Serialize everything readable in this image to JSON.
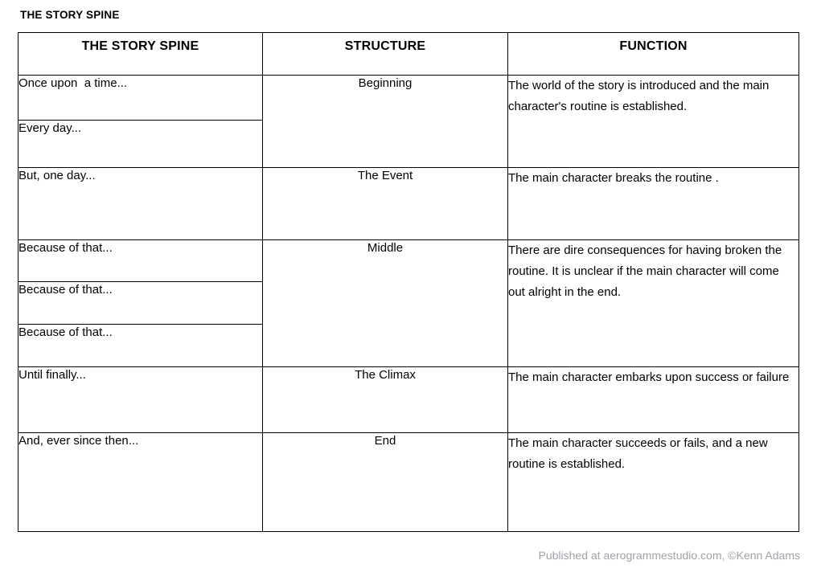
{
  "page": {
    "title": "THE STORY SPINE"
  },
  "table": {
    "headers": {
      "spine": "THE STORY SPINE",
      "structure": "STRUCTURE",
      "function": "FUNCTION"
    },
    "groups": [
      {
        "structure": "Beginning",
        "function": "The world of the story is introduced and the main character's routine is established.",
        "spine_lines": [
          "Once upon  a time...",
          "Every day..."
        ]
      },
      {
        "structure": "The Event",
        "function": "The main character breaks the routine .",
        "spine_lines": [
          "But, one day..."
        ]
      },
      {
        "structure": "Middle",
        "function": "There are dire consequences for having broken the routine. It is unclear if the main character will come out alright in the end.",
        "spine_lines": [
          "Because of that...",
          "Because of that...",
          "Because of that..."
        ]
      },
      {
        "structure": "The Climax",
        "function": "The main character embarks upon success or failure",
        "spine_lines": [
          "Until finally..."
        ]
      },
      {
        "structure": "End",
        "function": "The main character succeeds or fails, and a new routine is established.",
        "spine_lines": [
          "And, ever since then..."
        ]
      }
    ]
  },
  "footer": {
    "credit": "Published at aerogrammestudio.com, ©Kenn Adams"
  },
  "colors": {
    "border": "#000000",
    "text": "#000000",
    "footer_text": "#9aa3ac",
    "background": "#ffffff"
  }
}
